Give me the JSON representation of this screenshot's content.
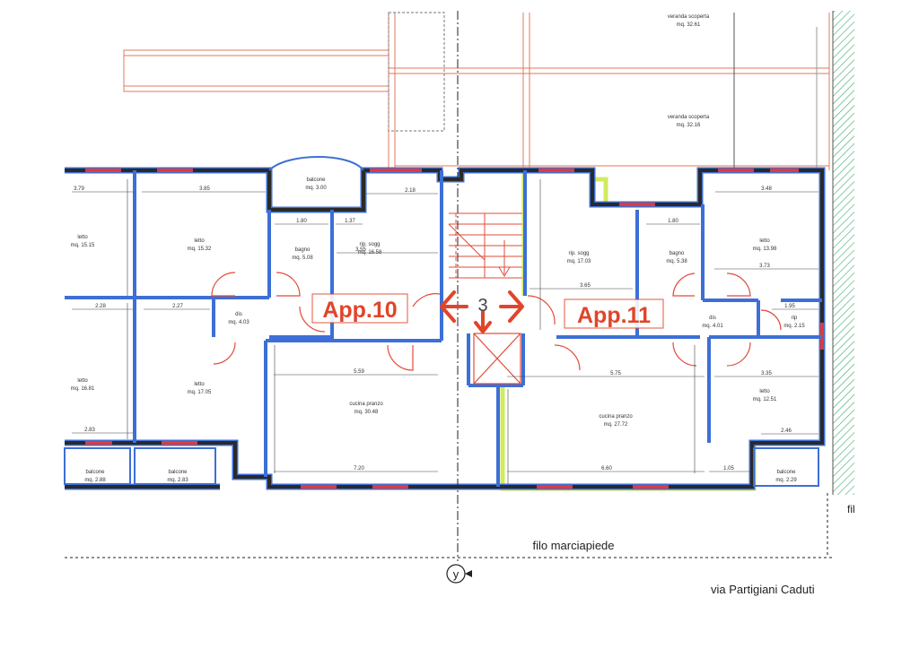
{
  "upper_terraces": [
    {
      "label": "veranda scoperta",
      "area": "mq. 32.61"
    },
    {
      "label": "veranda scoperta",
      "area": "mq. 32.16"
    }
  ],
  "rooms_app10": [
    {
      "label": "letto",
      "area": "mq. 15.15"
    },
    {
      "label": "letto",
      "area": "mq. 15.32"
    },
    {
      "label": "balcone",
      "area": "mq. 3.00"
    },
    {
      "label": "bagno",
      "area": "mq. 5.08"
    },
    {
      "label": "rip. sogg",
      "area": "mq. 16.58"
    },
    {
      "label": "dis",
      "area": "mq. 4.03"
    },
    {
      "label": "letto",
      "area": "mq. 16.81"
    },
    {
      "label": "letto",
      "area": "mq. 17.05"
    },
    {
      "label": "cucina pranzo",
      "area": "mq. 30.48"
    },
    {
      "label": "balcone",
      "area": "mq. 2.88"
    },
    {
      "label": "balcone",
      "area": "mq. 2.83"
    }
  ],
  "rooms_app11": [
    {
      "label": "rip. sogg",
      "area": "mq. 17.03"
    },
    {
      "label": "bagno",
      "area": "mq. 5.38"
    },
    {
      "label": "letto",
      "area": "mq. 13.98"
    },
    {
      "label": "dis",
      "area": "mq. 4.01"
    },
    {
      "label": "rip",
      "area": "mq. 2.15"
    },
    {
      "label": "cucina pranzo",
      "area": "mq. 27.72"
    },
    {
      "label": "letto",
      "area": "mq. 12.51"
    },
    {
      "label": "balcone",
      "area": "mq. 2.29"
    }
  ],
  "dimensions": [
    "3.79",
    "3.85",
    "1.80",
    "1.37",
    "2.18",
    "3.55",
    "2.28",
    "2.27",
    "5.59",
    "2.83",
    "7.20",
    "3.48",
    "1.80",
    "3.73",
    "1.95",
    "3.65",
    "5.75",
    "3.35",
    "2.46",
    "6.60",
    "1.05"
  ],
  "apartments": {
    "left": "App.10",
    "right": "App.11"
  },
  "stair_number": "3",
  "sidewalk_label": "filo marciapiede",
  "axis_label": "y",
  "street_label": "via Partigiani Caduti",
  "edge_label": "fil",
  "colors": {
    "walls": "#2a2a2a",
    "wall_outline": "#3d6fd6",
    "windows": "#e03a3a",
    "doors": "#e24b3a",
    "highlight": "#c9e845",
    "terrace": "#e07a5f",
    "badge": "#e0452a",
    "hatch": "#3aa86a"
  }
}
